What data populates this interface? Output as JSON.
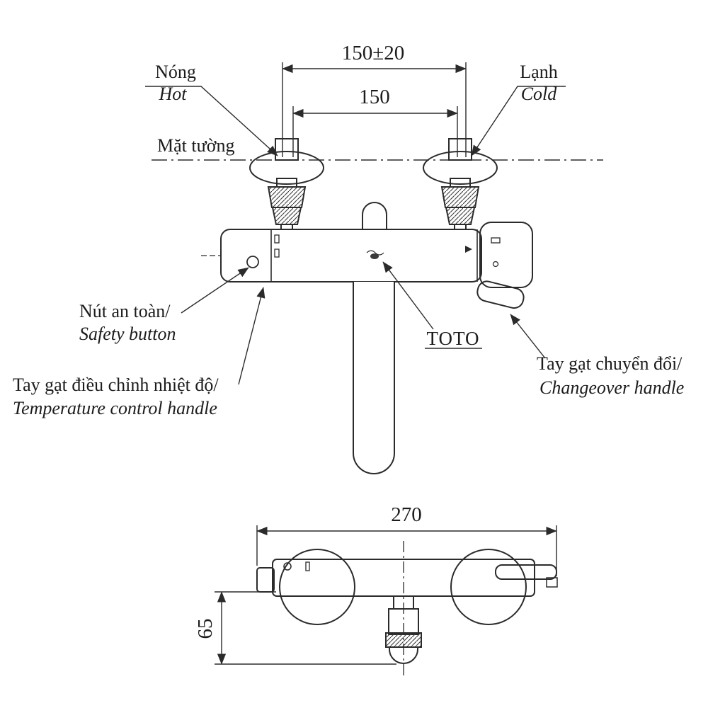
{
  "labels": {
    "hot_vi": "Nóng",
    "hot_en": "Hot",
    "cold_vi": "Lạnh",
    "cold_en": "Cold",
    "wall_surface": "Mặt tường",
    "safety_button_vi": "Nút an toàn/",
    "safety_button_en": "Safety button",
    "temp_handle_vi": "Tay gạt điều chỉnh nhiệt độ/",
    "temp_handle_en": "Temperature control handle",
    "brand": "TOTO",
    "changeover_vi": "Tay gạt chuyển đổi/",
    "changeover_en": "Changeover handle"
  },
  "dimensions": {
    "hole_pitch_tolerance": "150±20",
    "hole_pitch": "150",
    "overall_width": "270",
    "spout_depth": "65"
  },
  "colors": {
    "line": "#2b2b2b",
    "background": "#ffffff"
  }
}
